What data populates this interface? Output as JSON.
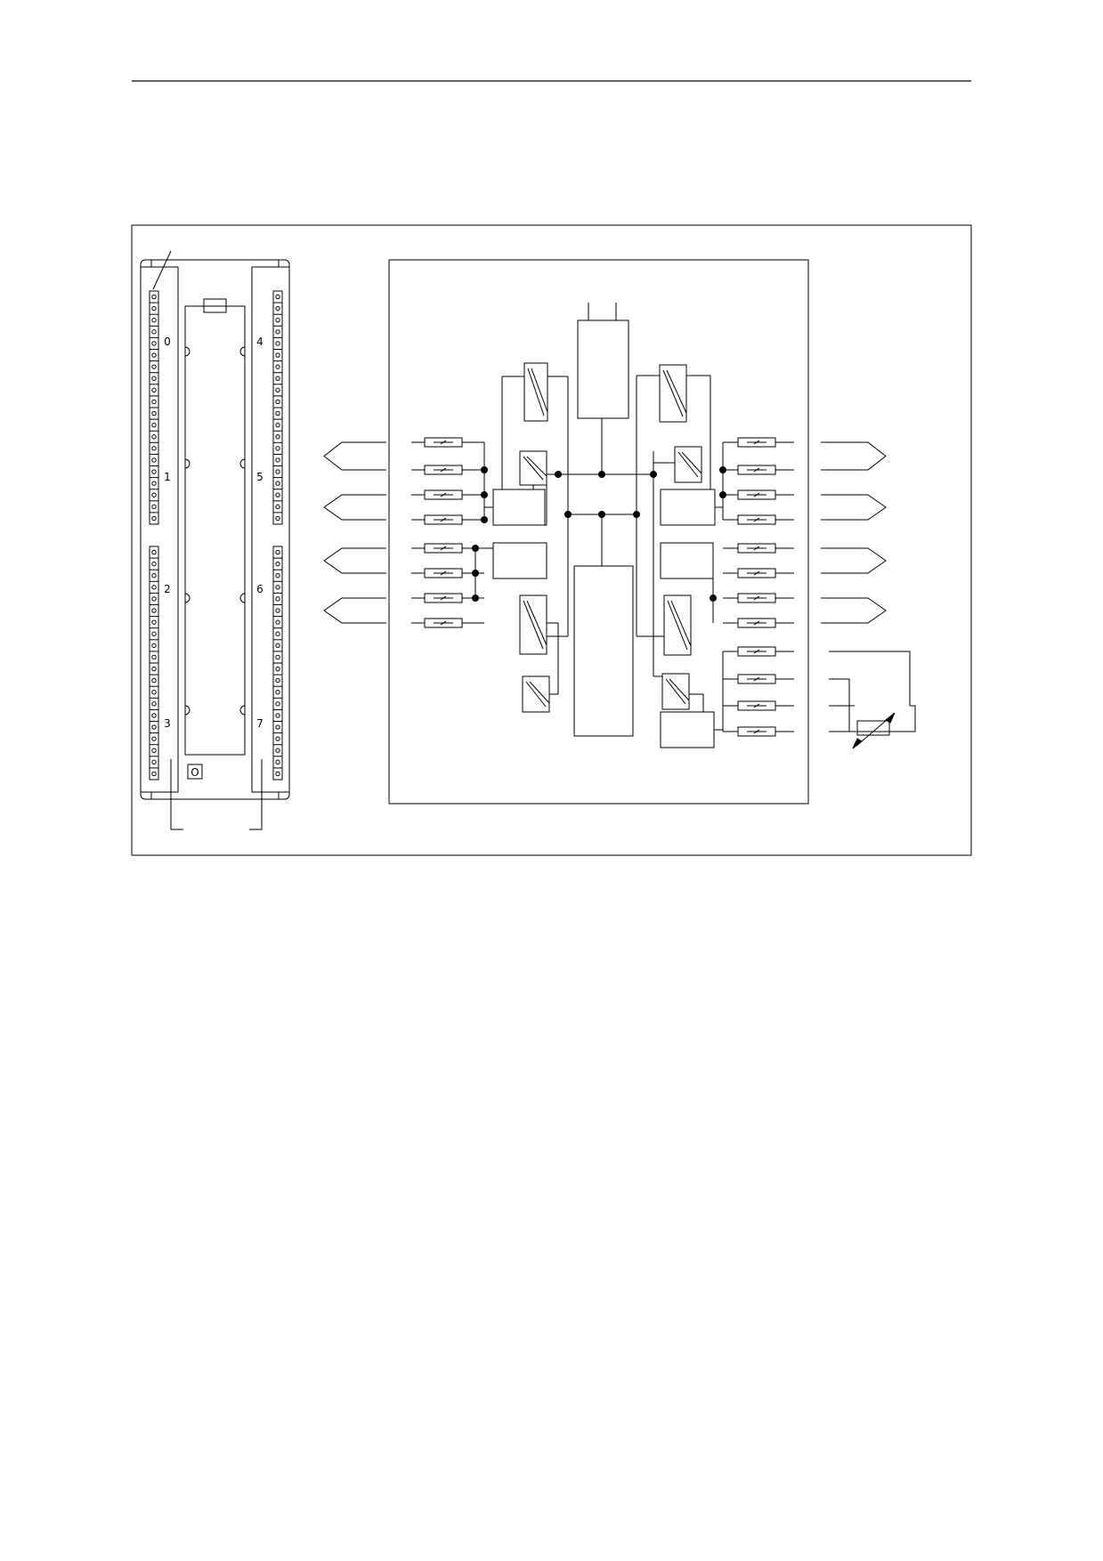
{
  "module_front": {
    "channel_labels_left": [
      "0",
      "1",
      "2",
      "3"
    ],
    "channel_labels_right": [
      "4",
      "5",
      "6",
      "7"
    ],
    "small_label": "O"
  },
  "colors": {
    "line": "#000000",
    "background": "#ffffff"
  }
}
